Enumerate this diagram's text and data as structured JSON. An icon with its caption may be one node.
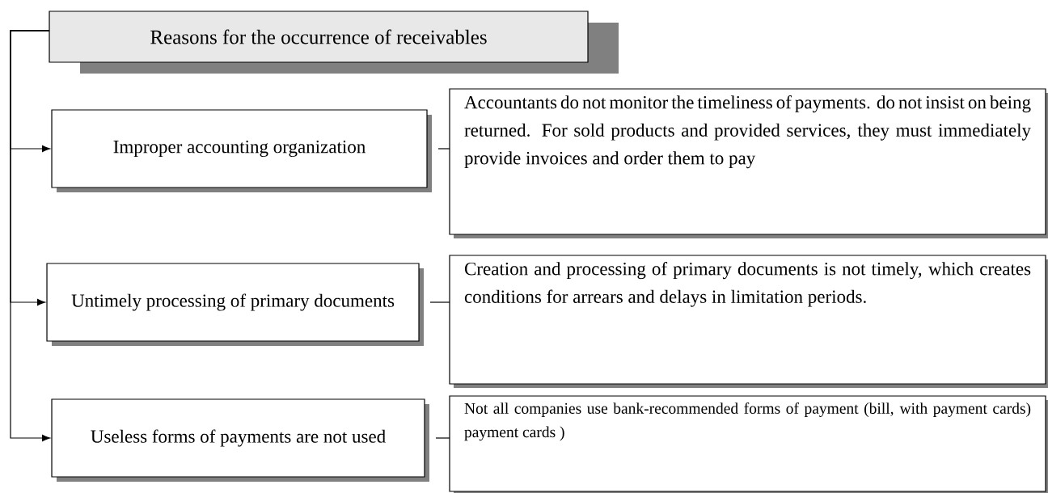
{
  "diagram": {
    "nodes": [
      {
        "text": [
          "Reasons for the occurrence of receivables"
        ]
      },
      {
        "text": [
          "Improper accounting organization"
        ]
      },
      {
        "text": [
          "Untimely processing of primary documents"
        ]
      },
      {
        "text": [
          "Useless forms of payments are not used"
        ]
      },
      {
        "text": [
          "Accountants do not monitor the timeliness of payments. do not insist on being returned. For sold products and provided services, they must immediately provide invoices and order them to pay"
        ]
      },
      {
        "text": [
          "Creation and processing of primary documents is not timely, which creates conditions for arrears and delays in limitation periods."
        ]
      },
      {
        "text": [
          "Not all companies use bank-recommended forms of payment (bill, with payment cards) payment cards )"
        ]
      }
    ],
    "edges": [
      {
        "from": 0,
        "to": 1,
        "arrow": "to"
      },
      {
        "from": 0,
        "to": 2,
        "arrow": "to"
      },
      {
        "from": 0,
        "to": 3,
        "arrow": "to"
      },
      {
        "from": 1,
        "to": 4,
        "arrow": "none"
      },
      {
        "from": 2,
        "to": 5,
        "arrow": "none"
      },
      {
        "from": 3,
        "to": 6,
        "arrow": "none"
      }
    ]
  }
}
